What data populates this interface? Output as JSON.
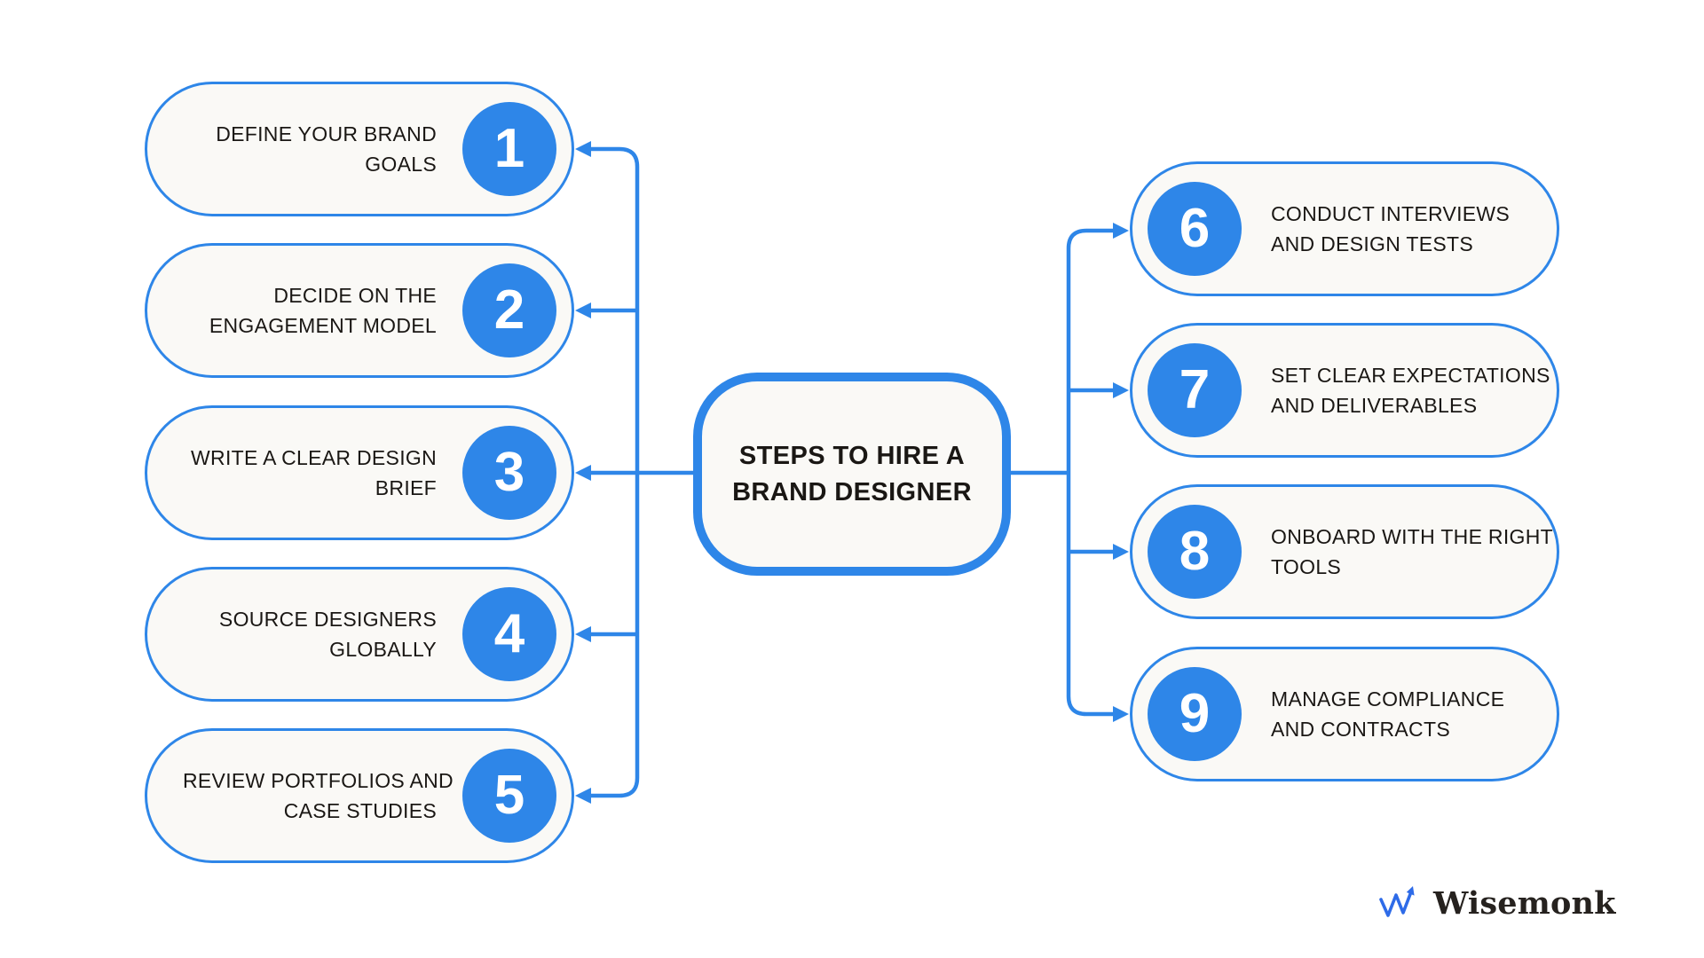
{
  "colors": {
    "accent": "#2E86E8",
    "pill_fill": "#FAF9F6",
    "text": "#1A1714",
    "logo_accent": "#2E6BE8"
  },
  "center_node": {
    "lines": [
      "STEPS TO HIRE A",
      "BRAND DESIGNER"
    ]
  },
  "left_steps": [
    {
      "number": "1",
      "lines": [
        "DEFINE YOUR BRAND",
        "GOALS"
      ]
    },
    {
      "number": "2",
      "lines": [
        "DECIDE ON THE",
        "ENGAGEMENT MODEL"
      ]
    },
    {
      "number": "3",
      "lines": [
        "WRITE A CLEAR DESIGN",
        "BRIEF"
      ]
    },
    {
      "number": "4",
      "lines": [
        "SOURCE DESIGNERS",
        "GLOBALLY"
      ]
    },
    {
      "number": "5",
      "lines": [
        "REVIEW PORTFOLIOS AND",
        "CASE STUDIES"
      ]
    }
  ],
  "right_steps": [
    {
      "number": "6",
      "lines": [
        "CONDUCT INTERVIEWS",
        "AND DESIGN TESTS"
      ]
    },
    {
      "number": "7",
      "lines": [
        "SET CLEAR EXPECTATIONS",
        "AND DELIVERABLES"
      ]
    },
    {
      "number": "8",
      "lines": [
        "ONBOARD WITH THE RIGHT",
        "TOOLS"
      ]
    },
    {
      "number": "9",
      "lines": [
        "MANAGE COMPLIANCE",
        "AND CONTRACTS"
      ]
    }
  ],
  "logo": {
    "text": "Wisemonk"
  }
}
